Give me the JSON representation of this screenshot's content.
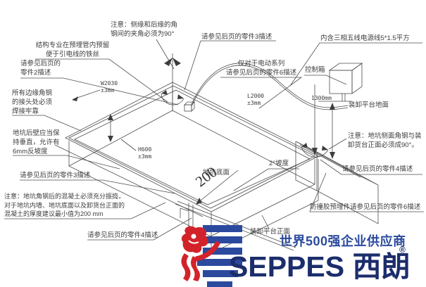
{
  "annotations": {
    "corner_angle_note": "注意：侧缘和后缘的角\n钢间的夹角必须为90°",
    "part3_top": "请参见后页的零件3描述",
    "struct_wire_note": "结构专业在预埋管内预留\n便于引电线的铁丝",
    "part2_note": "请参见后页的\n零件2描述",
    "weld_note": "所有边缘角钢\n的接头处必须\n焊接牢靠",
    "rear_wall_note": "地坑后壁应当保\n持垂直，允许有\n6mm反坡度",
    "part3_left": "请参见后页的零件3描述",
    "concrete_note": "注意：地坑角钢后的混凝土必须充分振捣，\n对于地坑内墙、地坑底面以及卸货台正面的\n混凝土的厚度建议最小值为200 mm",
    "part4_bottom": "请参见后页的零件4描述",
    "power_cable_note": "内含三相五线电源线5*1.5平方",
    "electric_series_note": "仅对于电动系列\n请参见后页的零件6描述",
    "control_box_label": "控制箱",
    "platform_ground_label": "装卸平台地面",
    "side_angle_note": "注意：地坑侧面角钢与装\n卸货台正面必须成90°。",
    "part4_right": "请参见后页的零件4描述",
    "bumper_note": "防撞胶预埋件请参见后页的零件6描述",
    "slope_label": "2°坡度",
    "pit_bottom_label": "地坑底面",
    "platform_front_label": "装卸平台正面"
  },
  "dimensions": {
    "pit_width": "W2030\n±3mm",
    "pit_length": "L2000\n±3mm",
    "pit_depth": "H600\n±3mm",
    "control_box_height": "1300mm",
    "concrete_thickness": "200"
  },
  "logo": {
    "tagline": "世界500强企业供应商",
    "brand_en": "SEPPES",
    "brand_cn": "西朗",
    "brand_full": "SEPPES 西朗",
    "registered_mark": "®",
    "colors": {
      "red": "#d2232a",
      "blue": "#2b4a9e",
      "navy": "#1b2d6b"
    }
  }
}
